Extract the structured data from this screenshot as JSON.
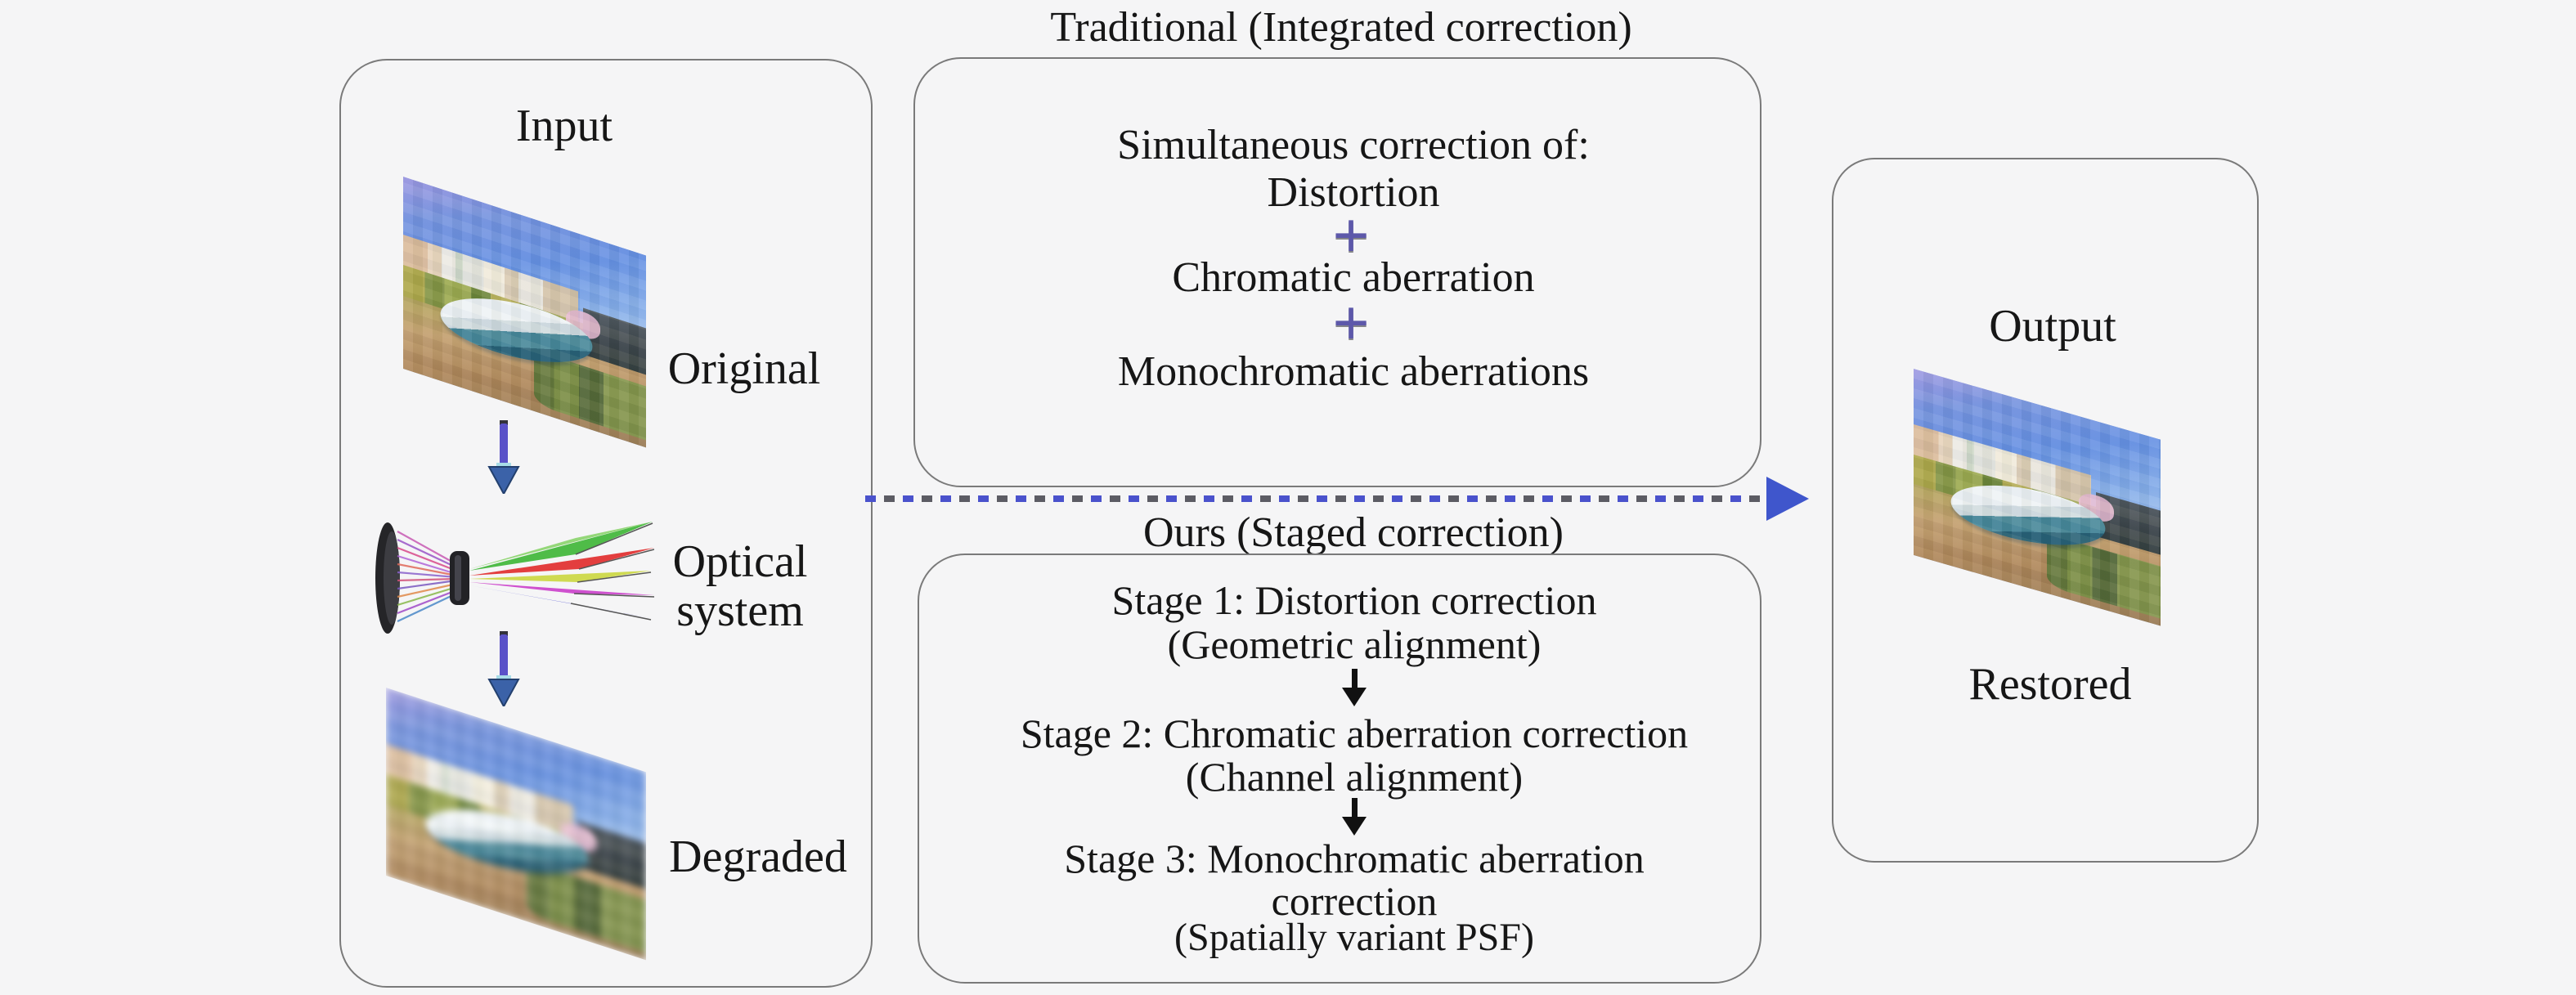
{
  "page": {
    "background": "#f5f5f6",
    "text_color": "#161616",
    "panel_border": "#7a7a7a"
  },
  "colors": {
    "flow_arrow_blue": "#4a52cc",
    "flow_arrow_gray": "#5c5c64",
    "plus_purple": "#5d58aa",
    "stage_arrow_black": "#111111",
    "input_arrow_blue": "#5a52c8"
  },
  "input_panel": {
    "title": "Input",
    "original_label": "Original",
    "optical_label_line1": "Optical",
    "optical_label_line2": "system",
    "degraded_label": "Degraded"
  },
  "traditional_panel": {
    "title": "Traditional (Integrated correction)",
    "header": "Simultaneous correction of:",
    "item1": "Distortion",
    "plus": "+",
    "item2": "Chromatic aberration",
    "item3": "Monochromatic aberrations"
  },
  "ours_panel": {
    "title": "Ours (Staged correction)",
    "stage1_line1": "Stage 1: Distortion correction",
    "stage1_line2": "(Geometric alignment)",
    "stage2_line1": "Stage 2: Chromatic aberration correction",
    "stage2_line2": "(Channel alignment)",
    "stage3_line1": "Stage 3: Monochromatic aberration",
    "stage3_line2": "correction",
    "stage3_line3": "(Spatially variant PSF)"
  },
  "output_panel": {
    "title": "Output",
    "restored_label": "Restored"
  }
}
